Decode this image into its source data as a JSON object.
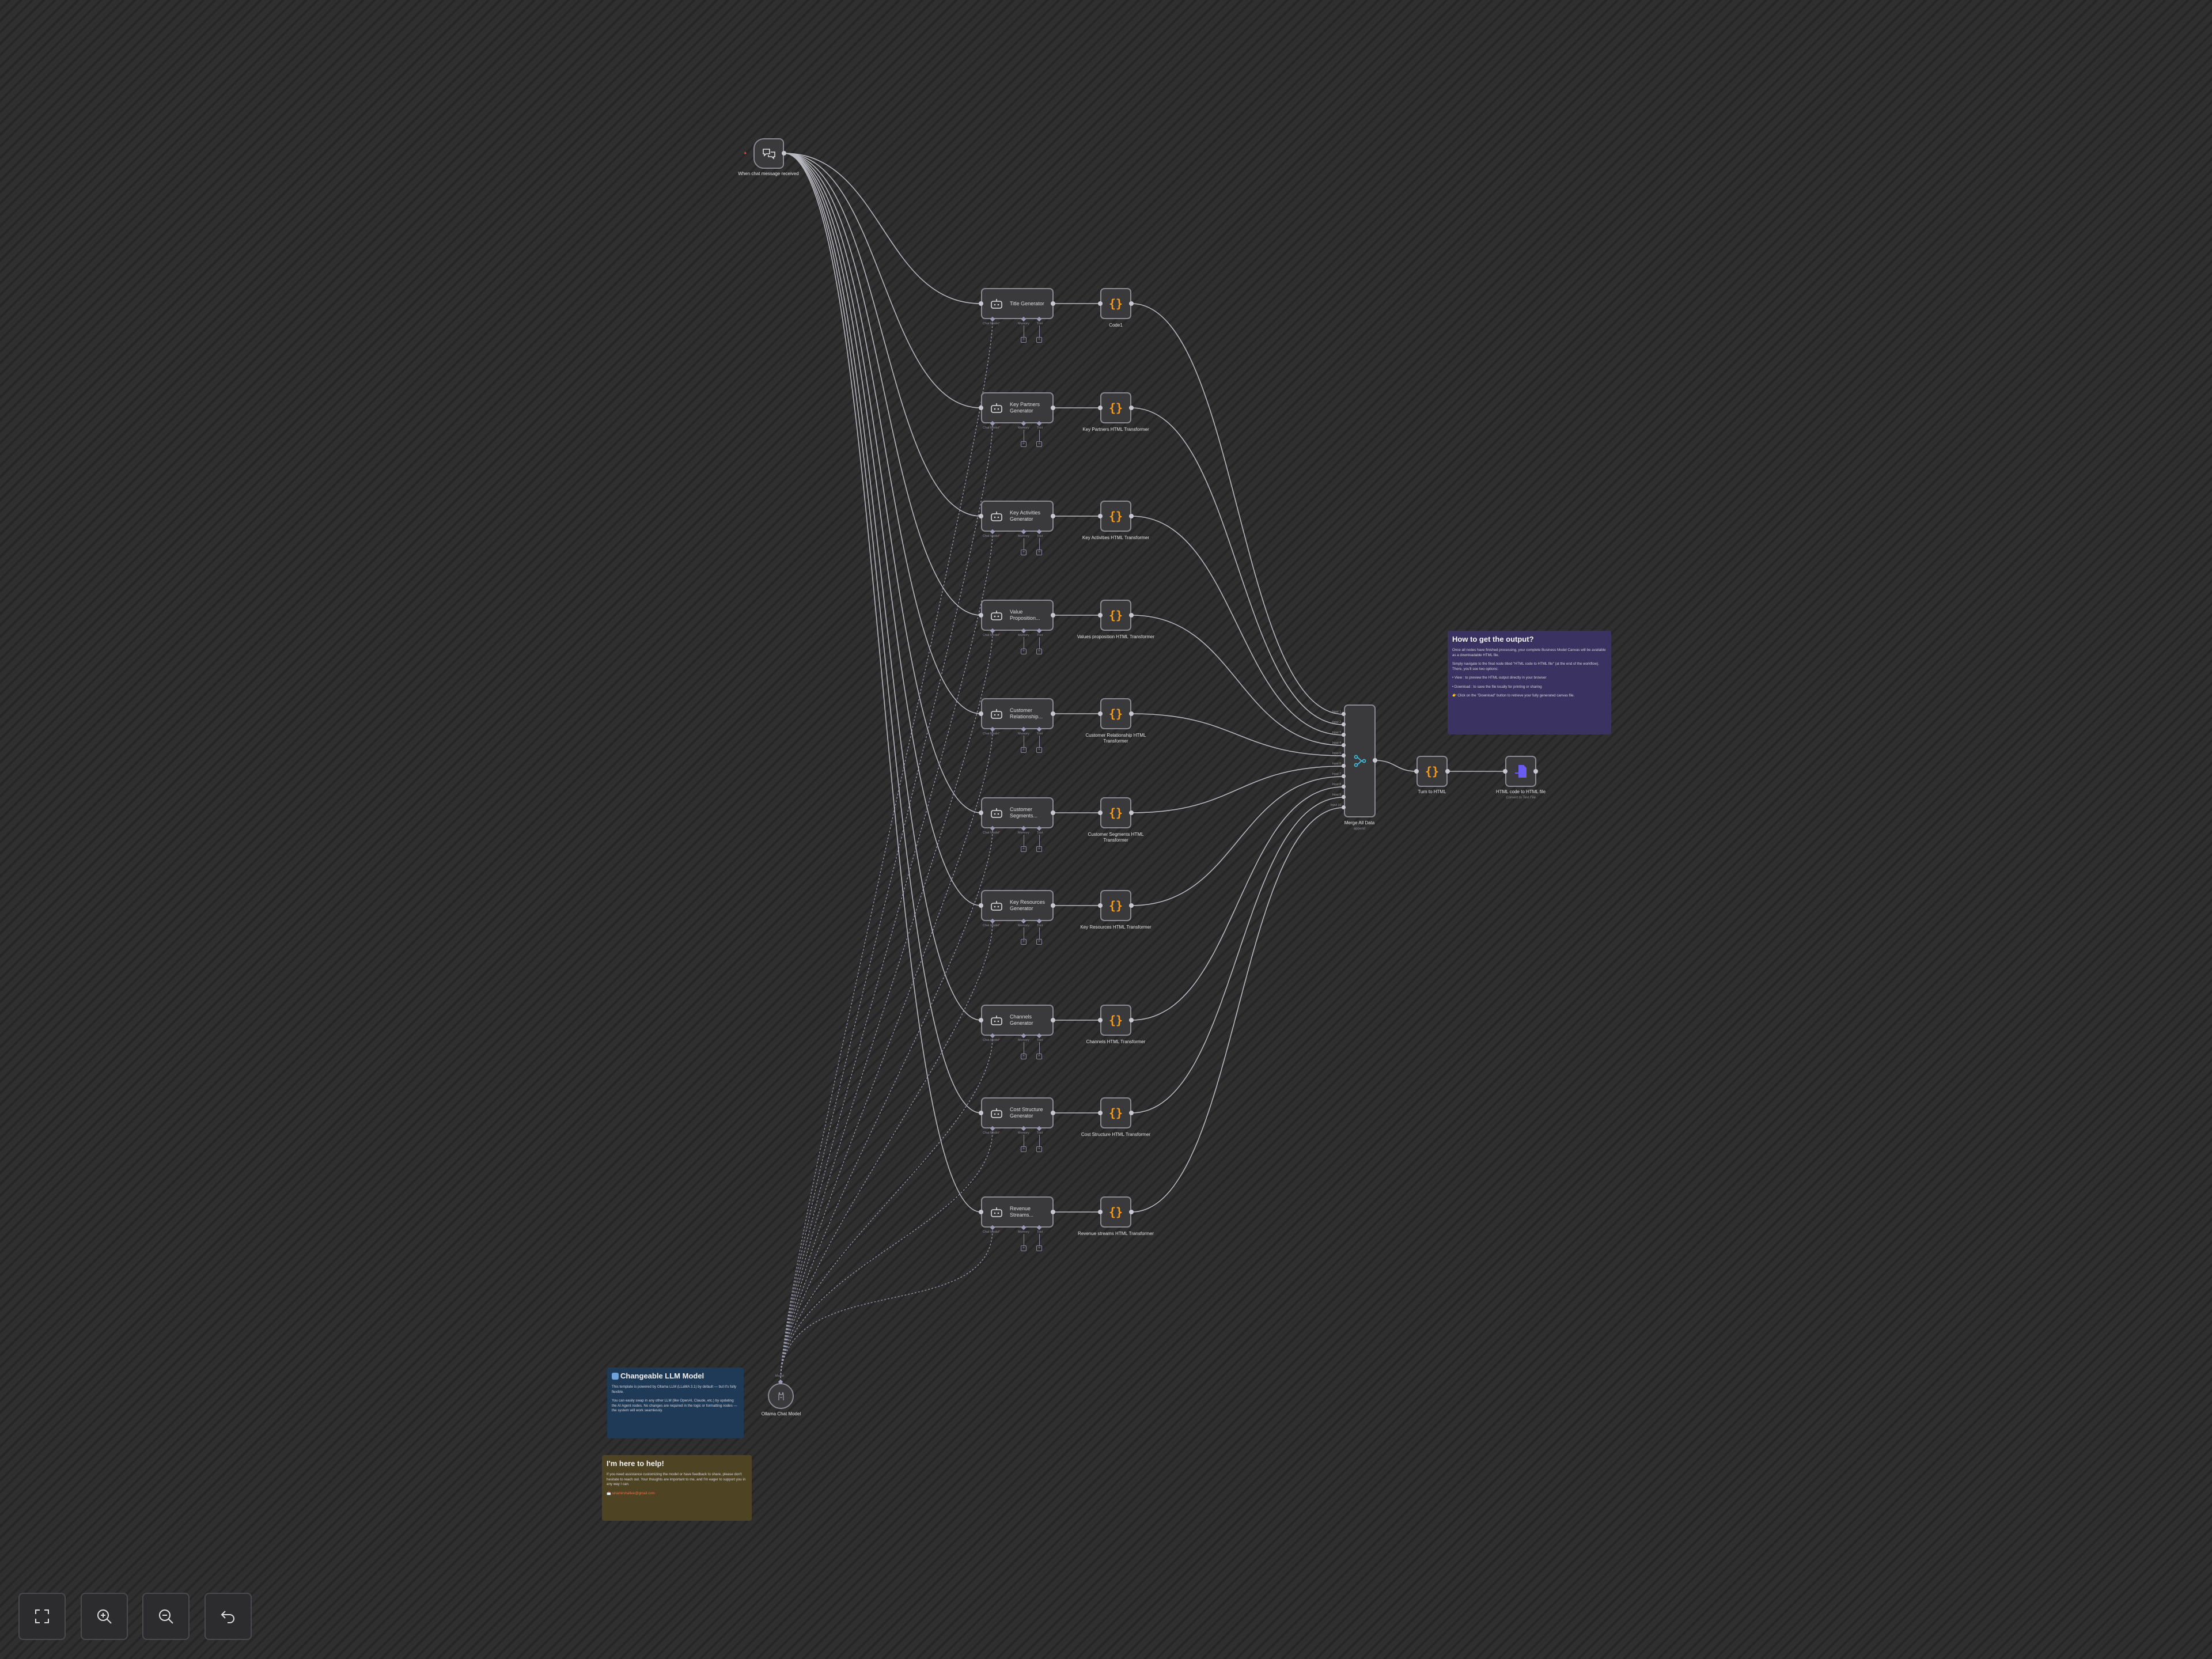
{
  "trigger": {
    "label": "When chat message received",
    "icon": "chat-icon"
  },
  "agent_port_labels": {
    "chat_model": "Chat Model",
    "required": "*",
    "memory": "Memory",
    "tool": "Tool"
  },
  "rows": [
    {
      "agent": "Title Generator",
      "transformer": "Code1"
    },
    {
      "agent": "Key Partners Generator",
      "transformer": "Key Partners HTML Transformer"
    },
    {
      "agent": "Key Activities Generator",
      "transformer": "Key Activities HTML Transformer"
    },
    {
      "agent": "Value Proposition...",
      "transformer": "Values proposition HTML Transformer"
    },
    {
      "agent": "Customer Relationship...",
      "transformer": "Customer Relationship HTML Transformer"
    },
    {
      "agent": "Customer Segments...",
      "transformer": "Customer Segments HTML Transformer"
    },
    {
      "agent": "Key Resources Generator",
      "transformer": "Key Resources HTML Transformer"
    },
    {
      "agent": "Channels Generator",
      "transformer": "Channels HTML Transformer"
    },
    {
      "agent": "Cost Structure Generator",
      "transformer": "Cost Structure HTML Transformer"
    },
    {
      "agent": "Revenue Streams...",
      "transformer": "Revenue streams HTML Transformer"
    }
  ],
  "merge": {
    "label": "Merge All Data",
    "sublabel": "append",
    "inputs": [
      "Input 1",
      "Input 2",
      "Input 3",
      "Input 4",
      "Input 5",
      "Input 6",
      "Input 7",
      "Input 8",
      "Input 9",
      "Input 10"
    ]
  },
  "turn_html": {
    "label": "Turn to HTML"
  },
  "html_file": {
    "label": "HTML code to HTML file",
    "sublabel": "Convert to Text File"
  },
  "ollama": {
    "label": "Ollama Chat Model",
    "port_label": "Model"
  },
  "notes": {
    "output": {
      "title": "How to get the output?",
      "p1": "Once all nodes have finished processing, your complete Business Model Canvas will be available as a downloadable HTML file.",
      "p2": "Simply navigate to the final node titled \"HTML code to HTML file\" (at the end of the workflow). There, you'll see two options:",
      "p3": "• View : to preview the HTML output directly in your browser",
      "p4": "• Download : to save the file locally for printing or sharing",
      "p5": "👉 Click on the \"Download\" button to retrieve your fully generated canvas file.",
      "color": "#3a3260"
    },
    "llm": {
      "title": "Changeable LLM Model",
      "p1": "This template is powered by Ollama LLM (LLaMA 3.1) by default — but it's fully flexible.",
      "p2": "You can easily swap in any other LLM (like OpenAI, Claude, etc.) by updating the AI Agent nodes. No changes are required in the logic or formatting nodes — the system will work seamlessly.",
      "color": "#1f3a57"
    },
    "help": {
      "title": "I'm here to help!",
      "p1": "If you need assistance customizing the model or have feedback to share, please don't hesitate to reach out. Your thoughts are important to me, and I'm eager to support you in any way I can.",
      "email": "📩 sinamirshafiee@gmail.com",
      "color": "#4e4424"
    }
  },
  "controls": [
    {
      "name": "fit-view",
      "icon": "expand-icon"
    },
    {
      "name": "zoom-in",
      "icon": "zoom-in-icon"
    },
    {
      "name": "zoom-out",
      "icon": "zoom-out-icon"
    },
    {
      "name": "undo",
      "icon": "undo-icon"
    }
  ],
  "colors": {
    "code": "#f59a1b",
    "merge": "#3fb7d6",
    "file": "#6a5cf0",
    "error": "#e04a4a"
  }
}
